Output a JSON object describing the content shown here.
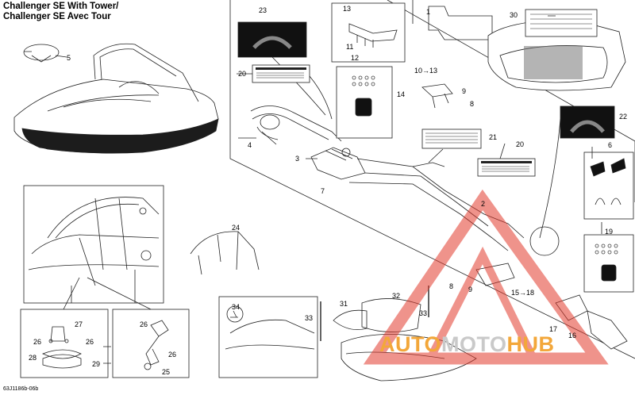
{
  "titles": [
    "Challenger SE With Tower/",
    "Challenger SE Avec Tour"
  ],
  "diagram_code": "63J1186b-06b",
  "watermark": {
    "part1": "AUTO",
    "part2": "MOTO",
    "part3": "HUB"
  },
  "callouts": {
    "c1": "1",
    "c2": "2",
    "c3": "3",
    "c4": "4",
    "c5": "5",
    "c6": "6",
    "c7": "7",
    "c8a": "8",
    "c8b": "8",
    "c9a": "9",
    "c9b": "9",
    "c10_13": "10→13",
    "c11": "11",
    "c12": "12",
    "c13": "13",
    "c14": "14",
    "c15_18": "15→18",
    "c16": "16",
    "c17": "17",
    "c19": "19",
    "c20a": "20",
    "c20b": "20",
    "c21": "21",
    "c22": "22",
    "c23": "23",
    "c24": "24",
    "c25": "25",
    "c26a": "26",
    "c26b": "26",
    "c26c": "26",
    "c26d": "26",
    "c27": "27",
    "c28": "28",
    "c29": "29",
    "c30": "30",
    "c31": "31",
    "c32": "32",
    "c33a": "33",
    "c33b": "33",
    "c34": "34"
  },
  "colors": {
    "line": "#222222",
    "hull": "#1c1c1c",
    "watermark_red": "#e23b2e",
    "watermark_orange": "#f3a73a",
    "watermark_grey": "#c9c9c9"
  }
}
